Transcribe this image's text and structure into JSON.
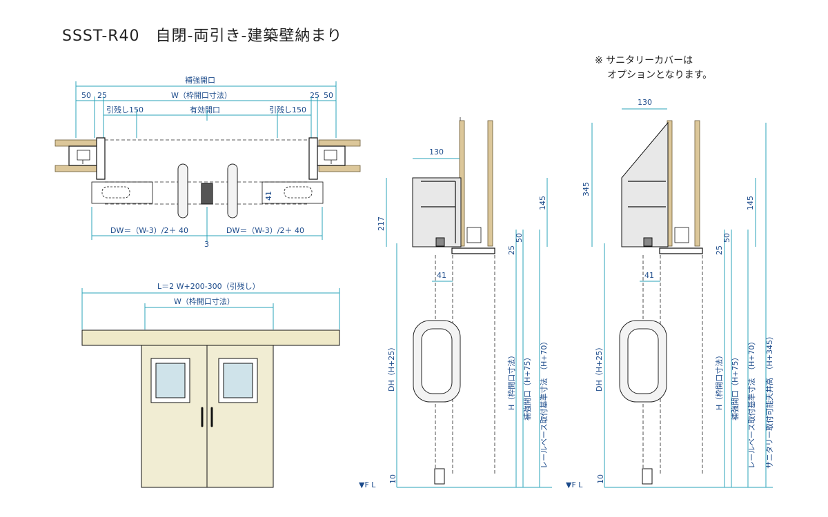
{
  "title": "SSST-R40　自閉-両引き-建築壁納まり",
  "note": {
    "line1": "※ サニタリーカバーは",
    "line2": "オプションとなります。"
  },
  "plan": {
    "reinforced_opening": "補強開口",
    "w_frame": "W（枠開口寸法）",
    "d50": "50",
    "d25": "25",
    "hikinokoshi": "引残し150",
    "effective_opening": "有効開口",
    "dw_formula": "DW＝（W-3）/2＋ 40",
    "gap": "3",
    "d41": "41"
  },
  "elevation": {
    "overall": "L＝2 W+200-300（引残し）",
    "w_frame": "W（枠開口寸法）"
  },
  "section_a": {
    "d130": "130",
    "d217": "217",
    "d145": "145",
    "d25": "25",
    "d50": "50",
    "d41": "41",
    "d10": "10",
    "dh": "DH（H+25）",
    "h_frame": "H（枠開口寸法）",
    "h_reinf": "補強開口（H+75）",
    "h_rail": "レールベース取付基準寸法　（H+70）",
    "fl": "▼F L"
  },
  "section_b": {
    "d130": "130",
    "d345": "345",
    "d145": "145",
    "d25": "25",
    "d50": "50",
    "d41": "41",
    "d10": "10",
    "dh": "DH（H+25）",
    "h_frame": "H（枠開口寸法）",
    "h_reinf": "補強開口（H+75）",
    "h_rail": "レールベース取付基準寸法　（H+70）",
    "h_sanitary": "サニタリー取付可能天井高　（H+345）",
    "fl": "▼F L"
  },
  "colors": {
    "dimension_line": "#29a3b8",
    "door_panel": "#f1edd3",
    "header_beam": "#efe9c8",
    "wall_wood": "#dcc79a",
    "glass": "#cfe3ea"
  }
}
